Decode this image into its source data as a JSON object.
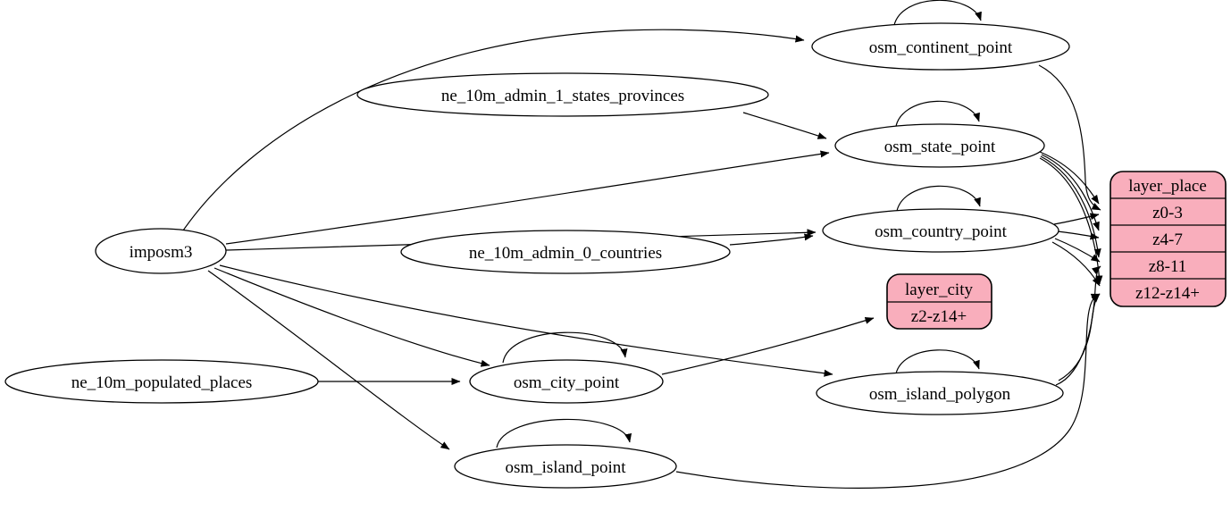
{
  "diagram": {
    "type": "etl-graph",
    "colors": {
      "background": "#ffffff",
      "record_fill": "#f9aebc",
      "stroke": "#000000"
    },
    "nodes": {
      "imposm3": {
        "label": "imposm3"
      },
      "ne_10m_admin_1_states_provinces": {
        "label": "ne_10m_admin_1_states_provinces"
      },
      "ne_10m_admin_0_countries": {
        "label": "ne_10m_admin_0_countries"
      },
      "ne_10m_populated_places": {
        "label": "ne_10m_populated_places"
      },
      "osm_continent_point": {
        "label": "osm_continent_point"
      },
      "osm_state_point": {
        "label": "osm_state_point"
      },
      "osm_country_point": {
        "label": "osm_country_point"
      },
      "osm_city_point": {
        "label": "osm_city_point"
      },
      "osm_island_polygon": {
        "label": "osm_island_polygon"
      },
      "osm_island_point": {
        "label": "osm_island_point"
      }
    },
    "records": {
      "layer_place": {
        "title": "layer_place",
        "rows": [
          "z0-3",
          "z4-7",
          "z8-11",
          "z12-z14+"
        ]
      },
      "layer_city": {
        "title": "layer_city",
        "rows": [
          "z2-z14+"
        ]
      }
    },
    "edges": [
      {
        "from": "imposm3",
        "to": "osm_continent_point"
      },
      {
        "from": "imposm3",
        "to": "osm_state_point"
      },
      {
        "from": "imposm3",
        "to": "osm_country_point"
      },
      {
        "from": "imposm3",
        "to": "osm_city_point"
      },
      {
        "from": "imposm3",
        "to": "osm_island_polygon"
      },
      {
        "from": "imposm3",
        "to": "osm_island_point"
      },
      {
        "from": "ne_10m_admin_1_states_provinces",
        "to": "osm_state_point"
      },
      {
        "from": "ne_10m_admin_0_countries",
        "to": "osm_country_point"
      },
      {
        "from": "ne_10m_populated_places",
        "to": "osm_city_point"
      },
      {
        "from": "osm_continent_point",
        "to": "osm_continent_point"
      },
      {
        "from": "osm_state_point",
        "to": "osm_state_point"
      },
      {
        "from": "osm_country_point",
        "to": "osm_country_point"
      },
      {
        "from": "osm_city_point",
        "to": "osm_city_point"
      },
      {
        "from": "osm_island_polygon",
        "to": "osm_island_polygon"
      },
      {
        "from": "osm_island_point",
        "to": "osm_island_point"
      },
      {
        "from": "osm_continent_point",
        "to": "layer_place:z0-3"
      },
      {
        "from": "osm_state_point",
        "to": "layer_place:z0-3"
      },
      {
        "from": "osm_state_point",
        "to": "layer_place:z4-7"
      },
      {
        "from": "osm_state_point",
        "to": "layer_place:z8-11"
      },
      {
        "from": "osm_state_point",
        "to": "layer_place:z12-z14+"
      },
      {
        "from": "osm_country_point",
        "to": "layer_place:z0-3"
      },
      {
        "from": "osm_country_point",
        "to": "layer_place:z4-7"
      },
      {
        "from": "osm_country_point",
        "to": "layer_place:z8-11"
      },
      {
        "from": "osm_country_point",
        "to": "layer_place:z12-z14+"
      },
      {
        "from": "osm_island_polygon",
        "to": "layer_place:z8-11"
      },
      {
        "from": "osm_island_polygon",
        "to": "layer_place:z12-z14+"
      },
      {
        "from": "osm_island_point",
        "to": "layer_place:z12-z14+"
      },
      {
        "from": "osm_city_point",
        "to": "layer_city:z2-z14+"
      }
    ]
  }
}
